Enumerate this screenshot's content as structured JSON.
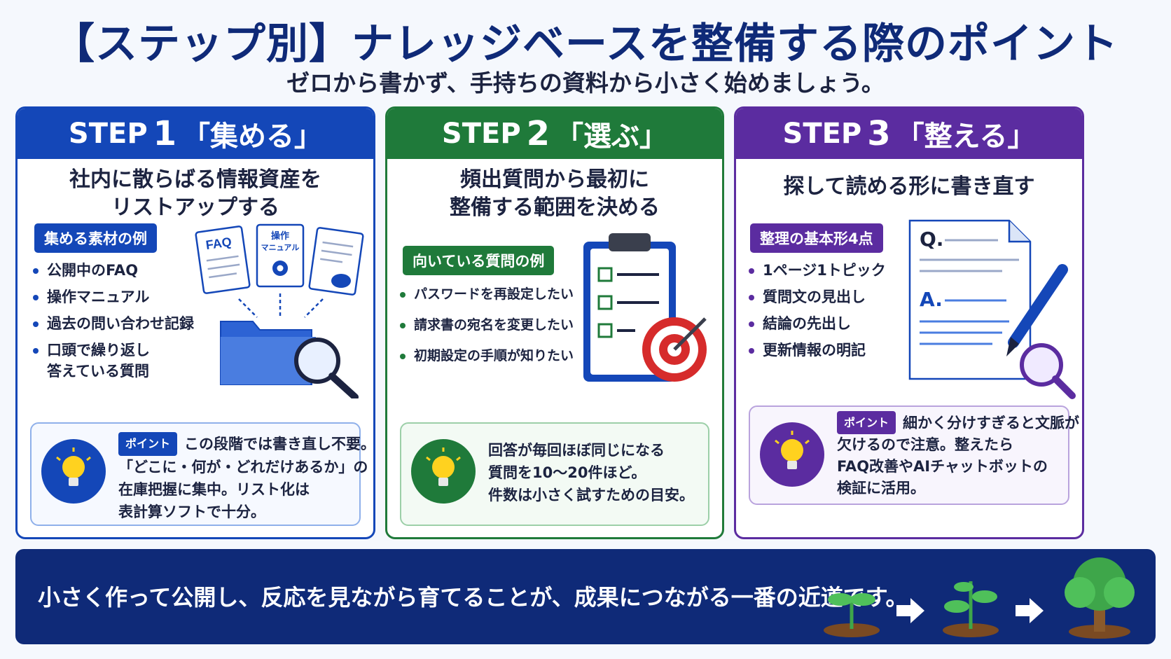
{
  "header": {
    "title": "【ステップ別】ナレッジベースを整備する際のポイント",
    "subtitle": "ゼロから書かず、手持ちの資料から小さく始めましょう。"
  },
  "colors": {
    "step1": "#1447b8",
    "step2": "#1f7a3a",
    "step3": "#5b2ca0",
    "footer": "#0f2a78"
  },
  "steps": [
    {
      "prefix": "STEP",
      "number": "1",
      "label": "「集める」",
      "lead": [
        "社内に散らばる情報資産を",
        "リストアップする"
      ],
      "tag": "集める素材の例",
      "items": [
        "公開中のFAQ",
        "操作マニュアル",
        "過去の問い合わせ記録",
        "口頭で繰り返し",
        "答えている質問"
      ],
      "illus": {
        "doc1": "FAQ",
        "doc2_line1": "操作",
        "doc2_line2": "マニュアル"
      },
      "point_tag": "ポイント",
      "note": [
        "この段階では書き直し不要。",
        "「どこに・何が・どれだけあるか」の",
        "在庫把握に集中。リスト化は",
        "表計算ソフトで十分。"
      ]
    },
    {
      "prefix": "STEP",
      "number": "2",
      "label": "「選ぶ」",
      "lead": [
        "頻出質問から最初に",
        "整備する範囲を決める"
      ],
      "tag": "向いている質問の例",
      "items": [
        "パスワードを再設定したい",
        "請求書の宛名を変更したい",
        "初期設定の手順が知りたい"
      ],
      "note": [
        "回答が毎回ほぼ同じになる",
        "質問を10～20件ほど。",
        "件数は小さく試すための目安。"
      ]
    },
    {
      "prefix": "STEP",
      "number": "3",
      "label": "「整える」",
      "lead": [
        "探して読める形に書き直す"
      ],
      "tag": "整理の基本形4点",
      "items": [
        "1ページ1トピック",
        "質問文の見出し",
        "結論の先出し",
        "更新情報の明記"
      ],
      "illus": {
        "q": "Q.",
        "a": "A."
      },
      "point_tag": "ポイント",
      "note": [
        "細かく分けすぎると文脈が",
        "欠けるので注意。整えたら",
        "FAQ改善やAIチャットボットの",
        "検証に活用。"
      ]
    }
  ],
  "footer": {
    "text": "小さく作って公開し、反応を見ながら育てることが、成果につながる一番の近道です。"
  }
}
